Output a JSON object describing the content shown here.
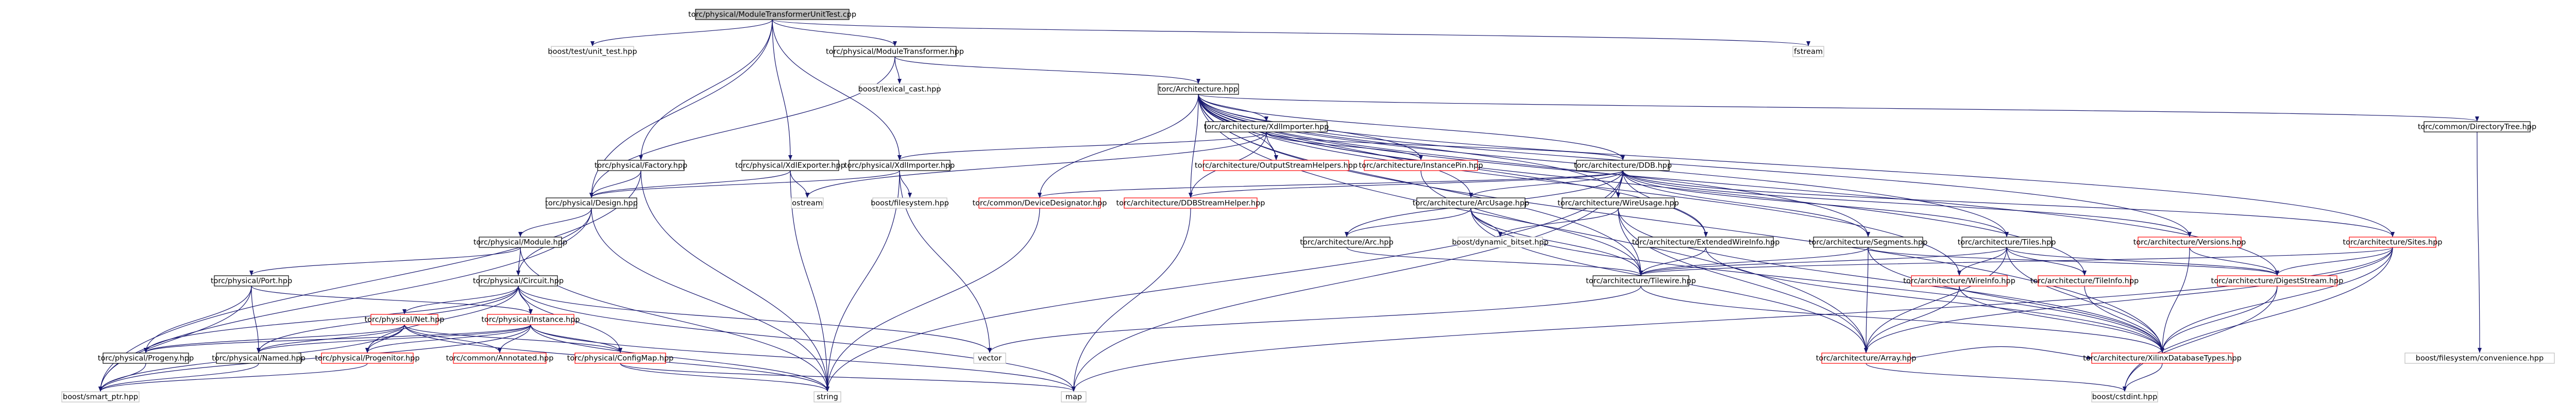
{
  "colors": {
    "edge": "#191970",
    "normal_border": "#000000",
    "red_border": "#ff0000",
    "external_border": "#bfbfbf",
    "root_fill": "#bfbfbf",
    "text": "#000000"
  },
  "nodes": [
    {
      "id": "root",
      "label": "torc/physical/ModuleTransformerUnitTest.cpp",
      "kind": "root"
    },
    {
      "id": "boost_test",
      "label": "boost/test/unit_test.hpp",
      "kind": "external"
    },
    {
      "id": "mod_xform",
      "label": "torc/physical/ModuleTransformer.hpp",
      "kind": "normal"
    },
    {
      "id": "fstream",
      "label": "fstream",
      "kind": "external"
    },
    {
      "id": "lexical",
      "label": "boost/lexical_cast.hpp",
      "kind": "external"
    },
    {
      "id": "arch",
      "label": "torc/Architecture.hpp",
      "kind": "normal"
    },
    {
      "id": "dirtree",
      "label": "torc/common/DirectoryTree.hpp",
      "kind": "normal"
    },
    {
      "id": "xdlimp_arch",
      "label": "torc/architecture/XdlImporter.hpp",
      "kind": "normal"
    },
    {
      "id": "factory",
      "label": "torc/physical/Factory.hpp",
      "kind": "normal"
    },
    {
      "id": "xdlexp",
      "label": "torc/physical/XdlExporter.hpp",
      "kind": "normal"
    },
    {
      "id": "xdlimp_phys",
      "label": "torc/physical/XdlImporter.hpp",
      "kind": "normal"
    },
    {
      "id": "outstream",
      "label": "torc/architecture/OutputStreamHelpers.hpp",
      "kind": "red"
    },
    {
      "id": "instpin",
      "label": "torc/architecture/InstancePin.hpp",
      "kind": "red"
    },
    {
      "id": "ddb",
      "label": "torc/architecture/DDB.hpp",
      "kind": "normal"
    },
    {
      "id": "design",
      "label": "torc/physical/Design.hpp",
      "kind": "normal"
    },
    {
      "id": "ostream",
      "label": "ostream",
      "kind": "external"
    },
    {
      "id": "bfs",
      "label": "boost/filesystem.hpp",
      "kind": "external"
    },
    {
      "id": "devdes",
      "label": "torc/common/DeviceDesignator.hpp",
      "kind": "red"
    },
    {
      "id": "ddbstream",
      "label": "torc/architecture/DDBStreamHelper.hpp",
      "kind": "red"
    },
    {
      "id": "arcusage",
      "label": "torc/architecture/ArcUsage.hpp",
      "kind": "normal"
    },
    {
      "id": "wireusage",
      "label": "torc/architecture/WireUsage.hpp",
      "kind": "normal"
    },
    {
      "id": "versions",
      "label": "torc/architecture/Versions.hpp",
      "kind": "red"
    },
    {
      "id": "sites",
      "label": "torc/architecture/Sites.hpp",
      "kind": "red"
    },
    {
      "id": "module",
      "label": "torc/physical/Module.hpp",
      "kind": "normal"
    },
    {
      "id": "dynbitset",
      "label": "boost/dynamic_bitset.hpp",
      "kind": "external"
    },
    {
      "id": "arc",
      "label": "torc/architecture/Arc.hpp",
      "kind": "normal"
    },
    {
      "id": "extwire",
      "label": "torc/architecture/ExtendedWireInfo.hpp",
      "kind": "normal"
    },
    {
      "id": "segments",
      "label": "torc/architecture/Segments.hpp",
      "kind": "normal"
    },
    {
      "id": "tiles",
      "label": "torc/architecture/Tiles.hpp",
      "kind": "normal"
    },
    {
      "id": "port",
      "label": "torc/physical/Port.hpp",
      "kind": "normal"
    },
    {
      "id": "circuit",
      "label": "torc/physical/Circuit.hpp",
      "kind": "normal"
    },
    {
      "id": "tilewire",
      "label": "torc/architecture/Tilewire.hpp",
      "kind": "normal"
    },
    {
      "id": "wireinfo",
      "label": "torc/architecture/WireInfo.hpp",
      "kind": "red"
    },
    {
      "id": "tileinfo",
      "label": "torc/architecture/TileInfo.hpp",
      "kind": "red"
    },
    {
      "id": "digest",
      "label": "torc/architecture/DigestStream.hpp",
      "kind": "red"
    },
    {
      "id": "net",
      "label": "torc/physical/Net.hpp",
      "kind": "red"
    },
    {
      "id": "instance",
      "label": "torc/physical/Instance.hpp",
      "kind": "red"
    },
    {
      "id": "array",
      "label": "torc/architecture/Array.hpp",
      "kind": "red"
    },
    {
      "id": "xilinxdb",
      "label": "torc/architecture/XilinxDatabaseTypes.hpp",
      "kind": "red"
    },
    {
      "id": "bfsconv",
      "label": "boost/filesystem/convenience.hpp",
      "kind": "external"
    },
    {
      "id": "vector",
      "label": "vector",
      "kind": "external"
    },
    {
      "id": "progeny",
      "label": "torc/physical/Progeny.hpp",
      "kind": "normal"
    },
    {
      "id": "named",
      "label": "torc/physical/Named.hpp",
      "kind": "normal"
    },
    {
      "id": "progenitor",
      "label": "torc/physical/Progenitor.hpp",
      "kind": "red"
    },
    {
      "id": "annotated",
      "label": "torc/common/Annotated.hpp",
      "kind": "red"
    },
    {
      "id": "configmap",
      "label": "torc/physical/ConfigMap.hpp",
      "kind": "red"
    },
    {
      "id": "cstdint",
      "label": "boost/cstdint.hpp",
      "kind": "external"
    },
    {
      "id": "smartptr",
      "label": "boost/smart_ptr.hpp",
      "kind": "external"
    },
    {
      "id": "string",
      "label": "string",
      "kind": "external"
    },
    {
      "id": "map",
      "label": "map",
      "kind": "external"
    }
  ],
  "edges": [
    [
      "root",
      "boost_test"
    ],
    [
      "root",
      "mod_xform"
    ],
    [
      "root",
      "fstream"
    ],
    [
      "root",
      "factory"
    ],
    [
      "root",
      "xdlexp"
    ],
    [
      "root",
      "xdlimp_phys"
    ],
    [
      "root",
      "design"
    ],
    [
      "mod_xform",
      "lexical"
    ],
    [
      "mod_xform",
      "arch"
    ],
    [
      "mod_xform",
      "design"
    ],
    [
      "arch",
      "dirtree"
    ],
    [
      "arch",
      "xdlimp_arch"
    ],
    [
      "arch",
      "ddb"
    ],
    [
      "arch",
      "outstream"
    ],
    [
      "arch",
      "instpin"
    ],
    [
      "arch",
      "devdes"
    ],
    [
      "arch",
      "ddbstream"
    ],
    [
      "arch",
      "arcusage"
    ],
    [
      "arch",
      "wireusage"
    ],
    [
      "arch",
      "versions"
    ],
    [
      "arch",
      "sites"
    ],
    [
      "arch",
      "extwire"
    ],
    [
      "arch",
      "segments"
    ],
    [
      "arch",
      "tiles"
    ],
    [
      "arch",
      "tilewire"
    ],
    [
      "arch",
      "wireinfo"
    ],
    [
      "arch",
      "tileinfo"
    ],
    [
      "arch",
      "digest"
    ],
    [
      "arch",
      "array"
    ],
    [
      "arch",
      "xilinxdb"
    ],
    [
      "dirtree",
      "bfsconv"
    ],
    [
      "xdlimp_arch",
      "xdlimp_phys"
    ],
    [
      "xdlimp_arch",
      "ddb"
    ],
    [
      "xdlimp_arch",
      "outstream"
    ],
    [
      "xdlimp_arch",
      "instpin"
    ],
    [
      "xdlimp_arch",
      "ddbstream"
    ],
    [
      "xdlimp_arch",
      "ostream"
    ],
    [
      "factory",
      "design"
    ],
    [
      "factory",
      "smartptr"
    ],
    [
      "factory",
      "string"
    ],
    [
      "xdlexp",
      "design"
    ],
    [
      "xdlexp",
      "ostream"
    ],
    [
      "xdlexp",
      "string"
    ],
    [
      "xdlimp_phys",
      "design"
    ],
    [
      "xdlimp_phys",
      "bfs"
    ],
    [
      "xdlimp_phys",
      "vector"
    ],
    [
      "xdlimp_phys",
      "string"
    ],
    [
      "ddb",
      "devdes"
    ],
    [
      "ddb",
      "ddbstream"
    ],
    [
      "ddb",
      "arcusage"
    ],
    [
      "ddb",
      "wireusage"
    ],
    [
      "ddb",
      "versions"
    ],
    [
      "ddb",
      "sites"
    ],
    [
      "ddb",
      "extwire"
    ],
    [
      "ddb",
      "segments"
    ],
    [
      "ddb",
      "tiles"
    ],
    [
      "ddb",
      "arc"
    ],
    [
      "ddb",
      "string"
    ],
    [
      "ddb",
      "map"
    ],
    [
      "instpin",
      "tilewire"
    ],
    [
      "design",
      "module"
    ],
    [
      "design",
      "circuit"
    ],
    [
      "design",
      "smartptr"
    ],
    [
      "design",
      "string"
    ],
    [
      "devdes",
      "string"
    ],
    [
      "ddbstream",
      "map"
    ],
    [
      "arcusage",
      "arc"
    ],
    [
      "arcusage",
      "dynbitset"
    ],
    [
      "arcusage",
      "tilewire"
    ],
    [
      "arcusage",
      "array"
    ],
    [
      "arcusage",
      "xilinxdb"
    ],
    [
      "wireusage",
      "dynbitset"
    ],
    [
      "wireusage",
      "tilewire"
    ],
    [
      "wireusage",
      "array"
    ],
    [
      "wireusage",
      "xilinxdb"
    ],
    [
      "versions",
      "xilinxdb"
    ],
    [
      "versions",
      "digest"
    ],
    [
      "sites",
      "array"
    ],
    [
      "sites",
      "xilinxdb"
    ],
    [
      "sites",
      "digest"
    ],
    [
      "sites",
      "map"
    ],
    [
      "sites",
      "cstdint"
    ],
    [
      "sites",
      "tilewire"
    ],
    [
      "module",
      "port"
    ],
    [
      "module",
      "circuit"
    ],
    [
      "module",
      "string"
    ],
    [
      "arc",
      "tilewire"
    ],
    [
      "extwire",
      "tilewire"
    ],
    [
      "extwire",
      "xilinxdb"
    ],
    [
      "segments",
      "tilewire"
    ],
    [
      "segments",
      "array"
    ],
    [
      "segments",
      "xilinxdb"
    ],
    [
      "segments",
      "digest"
    ],
    [
      "tiles",
      "tilewire"
    ],
    [
      "tiles",
      "wireinfo"
    ],
    [
      "tiles",
      "tileinfo"
    ],
    [
      "tiles",
      "array"
    ],
    [
      "tiles",
      "xilinxdb"
    ],
    [
      "tiles",
      "digest"
    ],
    [
      "port",
      "progeny"
    ],
    [
      "port",
      "named"
    ],
    [
      "port",
      "instance"
    ],
    [
      "port",
      "smartptr"
    ],
    [
      "circuit",
      "net"
    ],
    [
      "circuit",
      "instance"
    ],
    [
      "circuit",
      "progeny"
    ],
    [
      "circuit",
      "named"
    ],
    [
      "circuit",
      "progenitor"
    ],
    [
      "circuit",
      "configmap"
    ],
    [
      "circuit",
      "vector"
    ],
    [
      "circuit",
      "map"
    ],
    [
      "tilewire",
      "xilinxdb"
    ],
    [
      "tilewire",
      "vector"
    ],
    [
      "wireinfo",
      "array"
    ],
    [
      "wireinfo",
      "xilinxdb"
    ],
    [
      "tileinfo",
      "xilinxdb"
    ],
    [
      "digest",
      "cstdint"
    ],
    [
      "digest",
      "xilinxdb"
    ],
    [
      "net",
      "progeny"
    ],
    [
      "net",
      "named"
    ],
    [
      "net",
      "progenitor"
    ],
    [
      "net",
      "annotated"
    ],
    [
      "net",
      "configmap"
    ],
    [
      "net",
      "smartptr"
    ],
    [
      "net",
      "string"
    ],
    [
      "instance",
      "progeny"
    ],
    [
      "instance",
      "named"
    ],
    [
      "instance",
      "progenitor"
    ],
    [
      "instance",
      "annotated"
    ],
    [
      "instance",
      "configmap"
    ],
    [
      "instance",
      "smartptr"
    ],
    [
      "instance",
      "string"
    ],
    [
      "instance",
      "map"
    ],
    [
      "array",
      "xilinxdb"
    ],
    [
      "array",
      "cstdint"
    ],
    [
      "xilinxdb",
      "cstdint"
    ],
    [
      "progeny",
      "smartptr"
    ],
    [
      "named",
      "smartptr"
    ],
    [
      "progenitor",
      "smartptr"
    ],
    [
      "configmap",
      "map"
    ],
    [
      "configmap",
      "string"
    ]
  ]
}
